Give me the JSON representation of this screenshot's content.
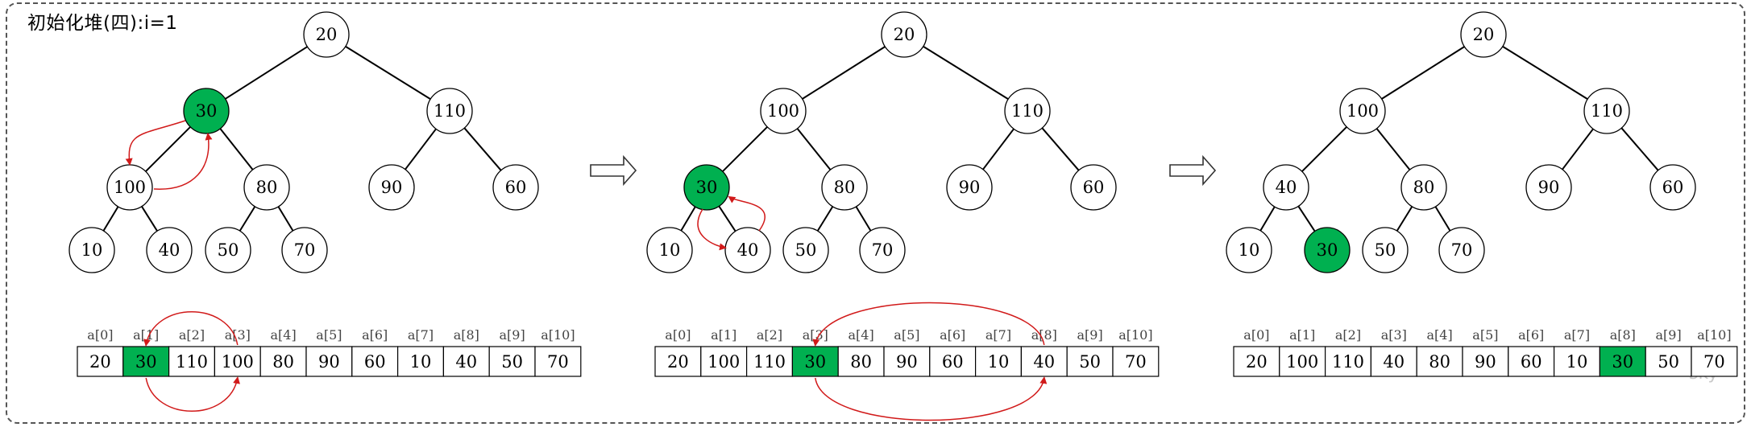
{
  "title": "初始化堆(四):i=1",
  "watermark": "sky",
  "colors": {
    "highlight": "#00b050",
    "node_fill": "#ffffff",
    "swap_arrow": "#d11a1a"
  },
  "index_labels": [
    "a[0]",
    "a[1]",
    "a[2]",
    "a[3]",
    "a[4]",
    "a[5]",
    "a[6]",
    "a[7]",
    "a[8]",
    "a[9]",
    "a[10]"
  ],
  "steps": [
    {
      "array": [
        20,
        30,
        110,
        100,
        80,
        90,
        60,
        10,
        40,
        50,
        70
      ],
      "highlight_index": 1,
      "swap_pair": [
        1,
        3
      ]
    },
    {
      "array": [
        20,
        100,
        110,
        30,
        80,
        90,
        60,
        10,
        40,
        50,
        70
      ],
      "highlight_index": 3,
      "swap_pair": [
        3,
        8
      ]
    },
    {
      "array": [
        20,
        100,
        110,
        40,
        80,
        90,
        60,
        10,
        30,
        50,
        70
      ],
      "highlight_index": 8,
      "swap_pair": null
    }
  ]
}
